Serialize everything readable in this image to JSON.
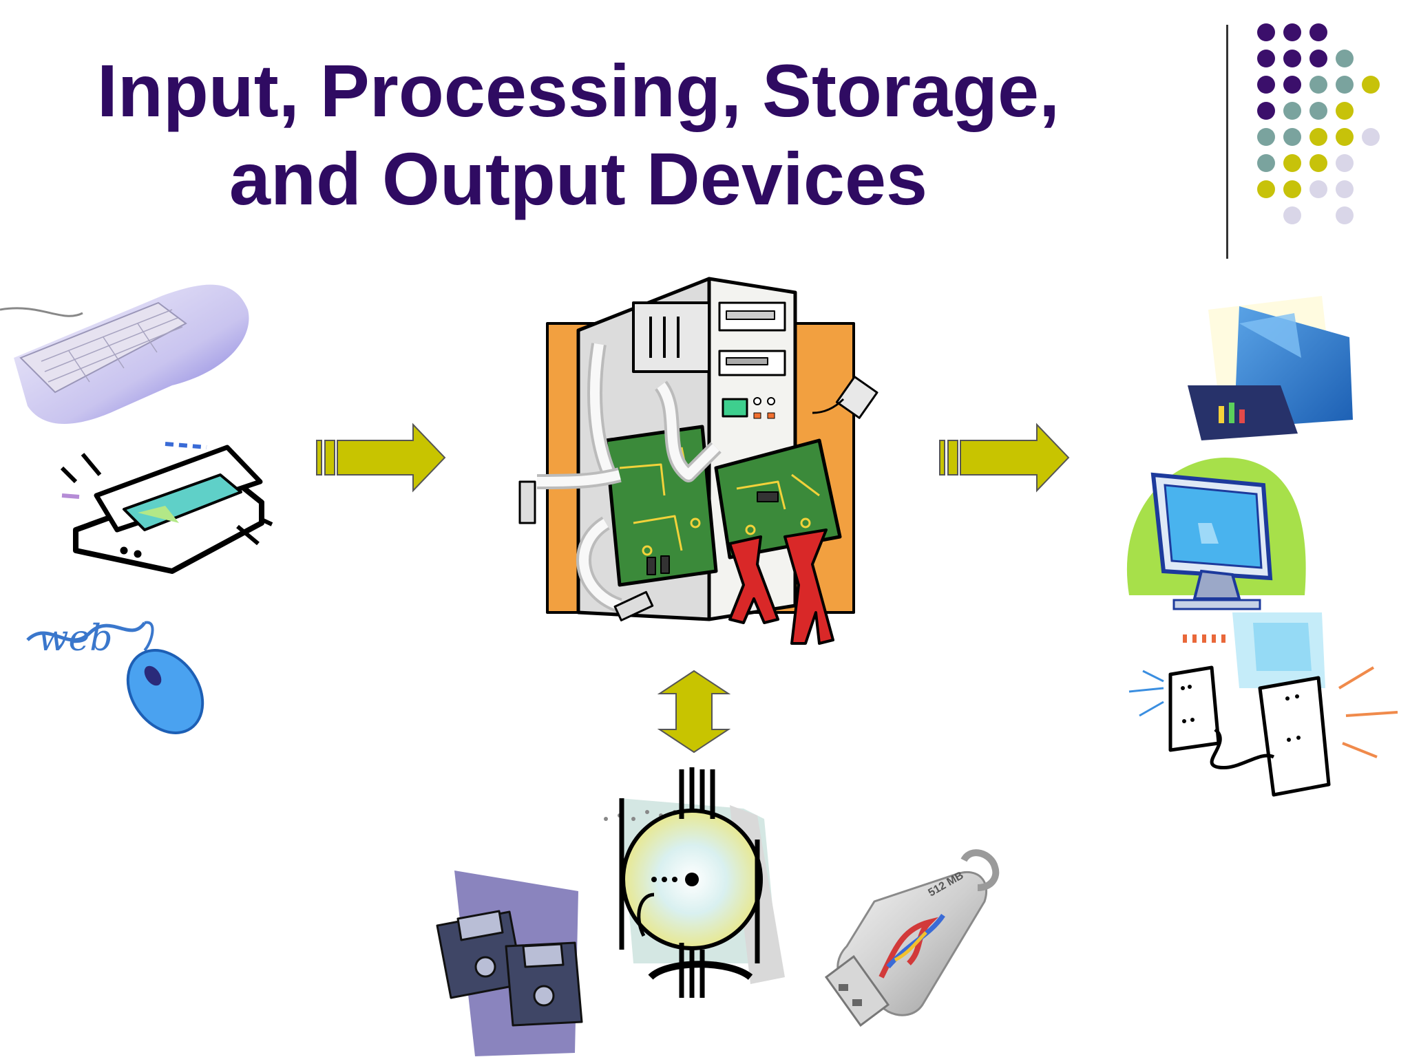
{
  "slide": {
    "title_line1": "Input, Processing, Storage,",
    "title_line2": "and Output Devices"
  },
  "colors": {
    "title": "#2f0b62",
    "arrow": "#c8c400",
    "dot_purple": "#3b0f6b",
    "dot_teal": "#7aa39e",
    "dot_olive": "#c7c20a",
    "dot_lavender": "#d9d6e8"
  },
  "groups": {
    "input": {
      "devices": [
        "keyboard",
        "scanner",
        "mouse"
      ]
    },
    "processing": {
      "devices": [
        "computer-tower"
      ]
    },
    "output": {
      "devices": [
        "printer",
        "monitor",
        "speakers"
      ]
    },
    "storage": {
      "devices": [
        "floppy-disks",
        "cd-disc",
        "usb-flash-drive"
      ]
    }
  },
  "usb_label": "512 MB",
  "mouse_cable_text": "web"
}
